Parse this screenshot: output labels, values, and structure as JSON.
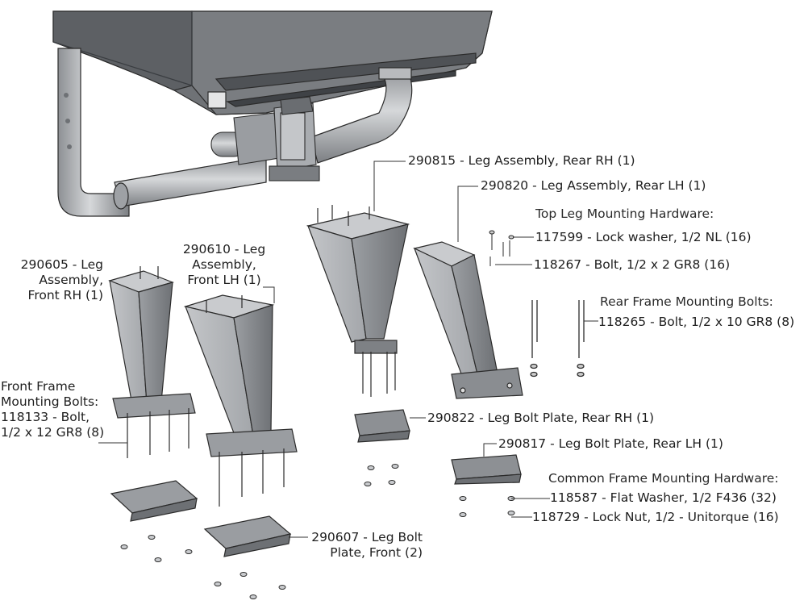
{
  "labels": {
    "rear_rh": "290815 - Leg Assembly, Rear RH (1)",
    "rear_lh": "290820 - Leg Assembly, Rear LH (1)",
    "top_leg_hdr": "Top Leg Mounting Hardware:",
    "lock_washer": "117599 - Lock washer, 1/2 NL (16)",
    "bolt_2": "118267 - Bolt, 1/2 x 2 GR8 (16)",
    "rear_frame_hdr": "Rear Frame Mounting Bolts:",
    "bolt_10": "118265 - Bolt, 1/2 x 10 GR8 (8)",
    "front_rh_1": "290605 - Leg",
    "front_rh_2": "Assembly,",
    "front_rh_3": "Front RH (1)",
    "front_lh_1": "290610 - Leg",
    "front_lh_2": "Assembly,",
    "front_lh_3": "Front LH (1)",
    "front_frame_1": "Front Frame",
    "front_frame_2": "Mounting Bolts:",
    "front_frame_3": "118133 - Bolt,",
    "front_frame_4": "1/2 x 12 GR8 (8)",
    "plate_rear_rh": "290822 - Leg Bolt Plate, Rear RH (1)",
    "plate_rear_lh": "290817 - Leg Bolt Plate, Rear LH (1)",
    "common_hdr": "Common Frame Mounting Hardware:",
    "flat_washer": "118587 - Flat Washer, 1/2 F436 (32)",
    "lock_nut": "118729 - Lock Nut, 1/2 - Unitorque (16)",
    "plate_front_1": "290607 - Leg Bolt",
    "plate_front_2": "Plate, Front (2)"
  },
  "colors": {
    "metal_light": "#b9bbbe",
    "metal_mid": "#8f9296",
    "metal_dark": "#55585c",
    "line": "#2b2b2b",
    "leader": "#333333"
  }
}
